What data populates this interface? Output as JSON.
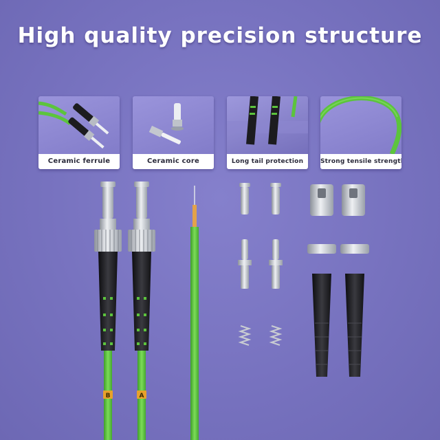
{
  "headline": "High quality precision structure",
  "cards": [
    {
      "caption": "Ceramic ferrule",
      "icon": "st-connector-pair-icon"
    },
    {
      "caption": "Ceramic core",
      "icon": "ceramic-core-icon"
    },
    {
      "caption": "Long tail protection",
      "icon": "boot-tail-icon"
    },
    {
      "caption": "Strong tensile strength",
      "icon": "green-cable-loop-icon"
    }
  ],
  "cable_labels": {
    "left": "B",
    "right": "A"
  },
  "colors": {
    "background": "#7a75c2",
    "cable_green": "#5cc43d",
    "boot_black": "#1c1c1f",
    "metal": "#c9ccd2",
    "label_orange": "#e8a12a"
  }
}
